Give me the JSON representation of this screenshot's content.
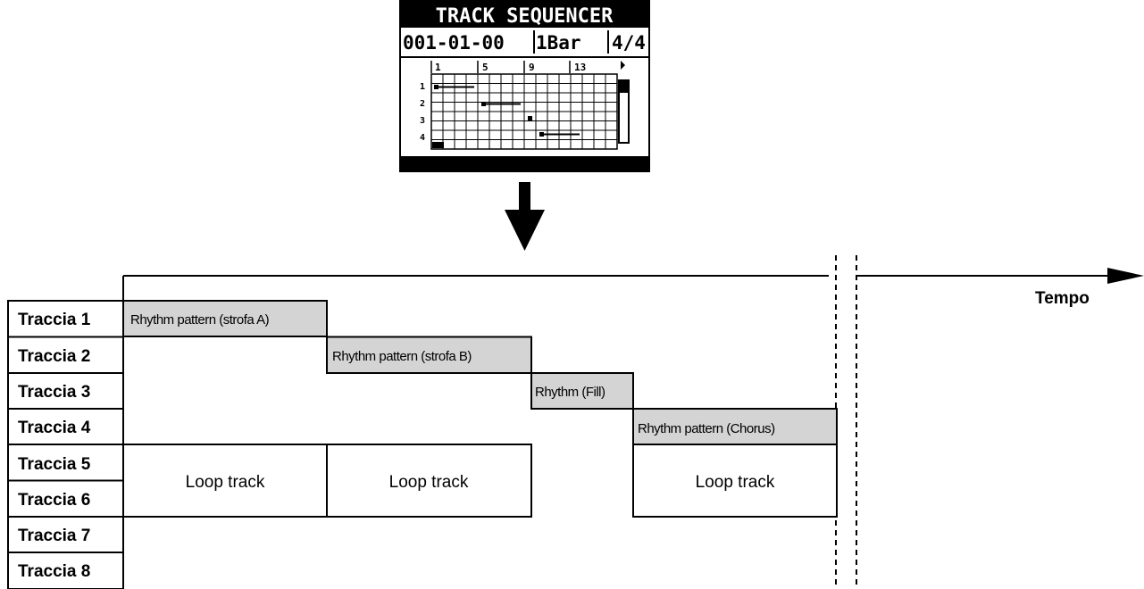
{
  "screen": {
    "title": "TRACK SEQUENCER",
    "position": "001-01-00",
    "length": "1Bar",
    "meter": "4/4",
    "bar_markers": [
      "1",
      "5",
      "9",
      "13"
    ],
    "row_numbers": [
      "1",
      "2",
      "3",
      "4"
    ]
  },
  "timeline": {
    "axis_label": "Tempo"
  },
  "tracks": [
    "Traccia 1",
    "Traccia 2",
    "Traccia 3",
    "Traccia 4",
    "Traccia 5",
    "Traccia 6",
    "Traccia 7",
    "Traccia 8"
  ],
  "blocks": {
    "t1": "Rhythm pattern (strofa A)",
    "t2": "Rhythm pattern (strofa B)",
    "t3": "Rhythm (Fill)",
    "t4": "Rhythm pattern (Chorus)",
    "loop1": "Loop track",
    "loop2": "Loop track",
    "loop3": "Loop track"
  },
  "colors": {
    "block_fill": "#d4d4d4",
    "line": "#000000",
    "lcd_bg": "#000000",
    "lcd_fg": "#ffffff"
  }
}
